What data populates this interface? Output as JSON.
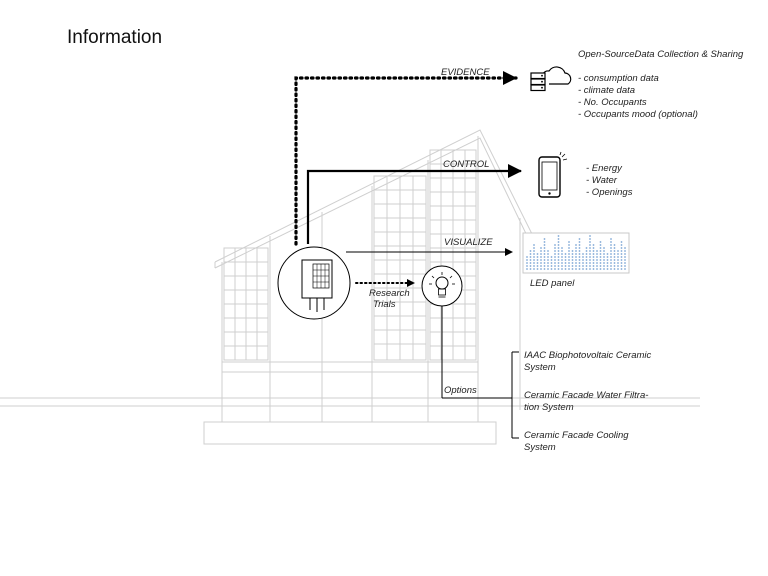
{
  "title": "Information",
  "cloud_section": {
    "heading": "Open-SourceData Collection & Sharing",
    "items": [
      "- consumption data",
      "- climate data",
      "- No. Occupants",
      "- Occupants mood (optional)"
    ]
  },
  "flows": {
    "evidence": "EVIDENCE",
    "control": "CONTROL",
    "visualize": "VISUALIZE",
    "research_line1": "Research",
    "research_line2": "Trials",
    "options": "Options"
  },
  "phone_section": {
    "items": [
      "- Energy",
      "- Water",
      "- Openings"
    ]
  },
  "led_panel": {
    "label": "LED panel"
  },
  "systems": [
    {
      "line1": "IAAC Biophotovoltaic Ceramic",
      "line2": "System"
    },
    {
      "line1": "Ceramic Facade  Water Filtra-",
      "line2": "tion System"
    },
    {
      "line1": "Ceramic Facade  Cooling",
      "line2": "System"
    }
  ],
  "icons": {
    "server": "cloud-server-icon",
    "phone": "smartphone-icon",
    "sensor": "sensor-device-icon",
    "bulb": "light-bulb-icon",
    "led": "led-panel-icon"
  },
  "colors": {
    "lines": "#000000",
    "building": "#cfcfcf",
    "led": "#7fa7d6"
  }
}
